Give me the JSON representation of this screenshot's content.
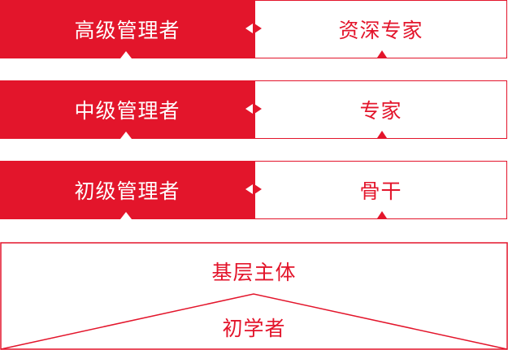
{
  "colors": {
    "accent": "#e3152b",
    "background": "#ffffff"
  },
  "tiers": [
    {
      "management": "高级管理者",
      "professional": "资深专家"
    },
    {
      "management": "中级管理者",
      "professional": "专家"
    },
    {
      "management": "初级管理者",
      "professional": "骨干"
    }
  ],
  "base": {
    "top_label": "基层主体",
    "bottom_label": "初学者"
  }
}
